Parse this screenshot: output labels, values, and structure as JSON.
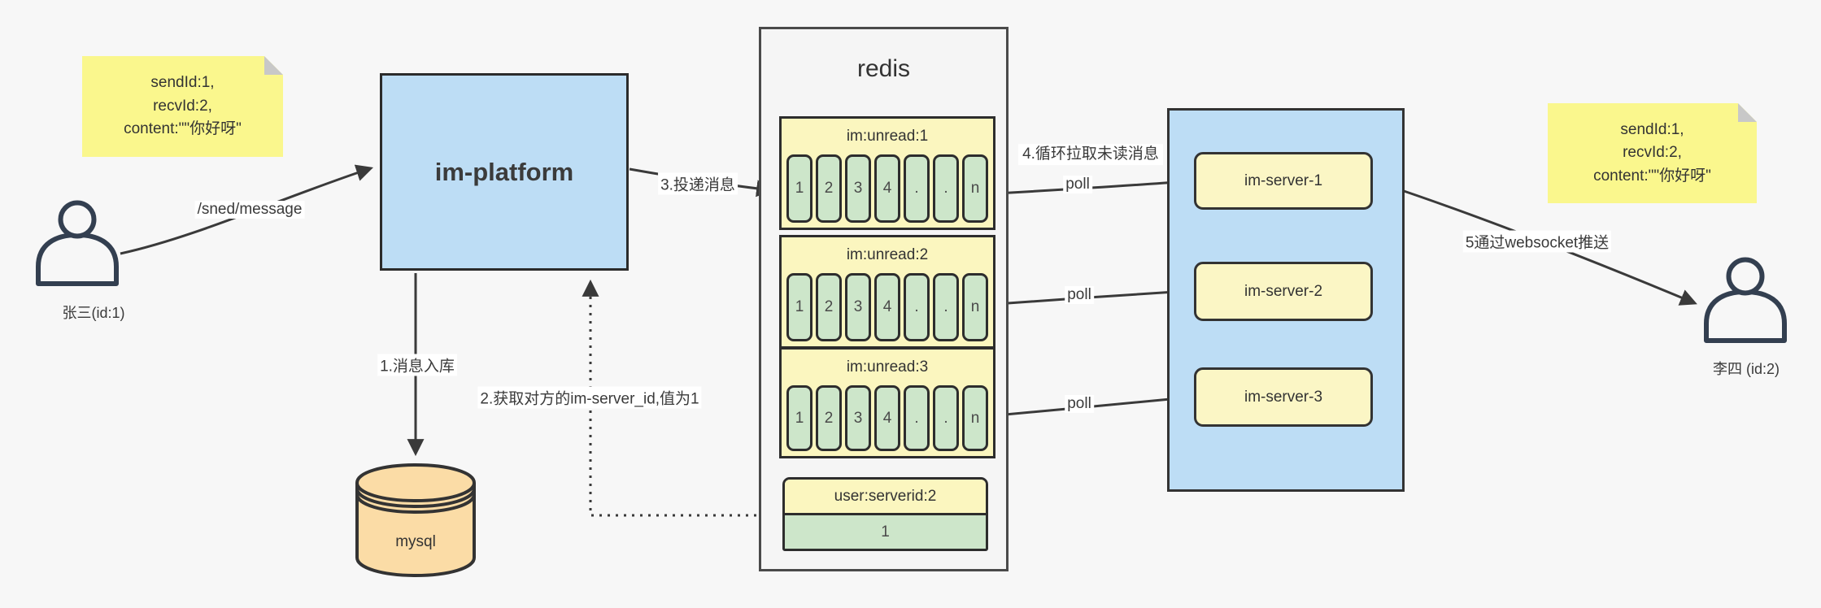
{
  "diagram": {
    "notes": {
      "left": {
        "lines": [
          "sendId:1,",
          "recvId:2,",
          "content:\"\"你好呀\""
        ]
      },
      "right": {
        "lines": [
          "sendId:1,",
          "recvId:2,",
          "content:\"\"你好呀\""
        ]
      }
    },
    "actors": {
      "sender": {
        "label": "张三(id:1)"
      },
      "receiver": {
        "label": "李四 (id:2)"
      }
    },
    "platform": {
      "label": "im-platform"
    },
    "database": {
      "label": "mysql"
    },
    "redis": {
      "title": "redis",
      "queues": [
        {
          "name": "im:unread:1",
          "cells": [
            "1",
            "2",
            "3",
            "4",
            ".",
            ".",
            "n"
          ]
        },
        {
          "name": "im:unread:2",
          "cells": [
            "1",
            "2",
            "3",
            "4",
            ".",
            ".",
            "n"
          ]
        },
        {
          "name": "im:unread:3",
          "cells": [
            "1",
            "2",
            "3",
            "4",
            ".",
            ".",
            "n"
          ]
        }
      ],
      "kv": {
        "key": "user:serverid:2",
        "value": "1"
      }
    },
    "servers": [
      {
        "label": "im-server-1"
      },
      {
        "label": "im-server-2"
      },
      {
        "label": "im-server-3"
      }
    ],
    "edges": {
      "send": "/sned/message",
      "step1": "1.消息入库",
      "step2": "2.获取对方的im-server_id,值为1",
      "step3": "3.投递消息",
      "step4": "4.循环拉取未读消息",
      "poll": "poll",
      "step5": "5通过websocket推送"
    },
    "colors": {
      "background": "#f7f7f7",
      "note_yellow": "#faf78d",
      "node_blue": "#bdddf5",
      "queue_yellow": "#fbf6bf",
      "cell_green": "#cde6ca",
      "db_orange": "#fbdca6",
      "edge_dark": "#3a3a3a",
      "person_navy": "#333f50"
    }
  }
}
